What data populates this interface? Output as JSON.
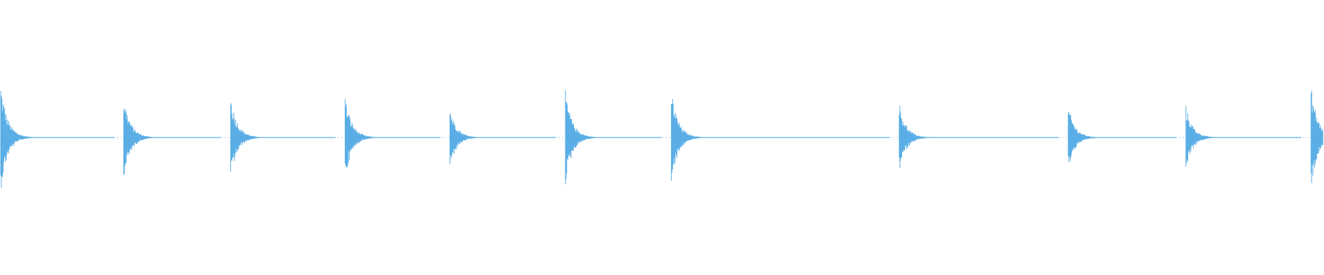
{
  "waveform": {
    "color": "#5aaee5",
    "background": "#ffffff",
    "duration_seconds": 12.3,
    "peak_amplitude": 1.0,
    "onsets": [
      {
        "time": 0.0,
        "amplitude": 1.0
      },
      {
        "time": 1.15,
        "amplitude": 0.78
      },
      {
        "time": 2.15,
        "amplitude": 0.77
      },
      {
        "time": 3.22,
        "amplitude": 0.77
      },
      {
        "time": 4.2,
        "amplitude": 0.56
      },
      {
        "time": 5.28,
        "amplitude": 0.87
      },
      {
        "time": 6.27,
        "amplitude": 0.89
      },
      {
        "time": 8.4,
        "amplitude": 0.65
      },
      {
        "time": 9.98,
        "amplitude": 0.59
      },
      {
        "time": 11.08,
        "amplitude": 0.59
      },
      {
        "time": 12.25,
        "amplitude": 0.97
      }
    ]
  }
}
